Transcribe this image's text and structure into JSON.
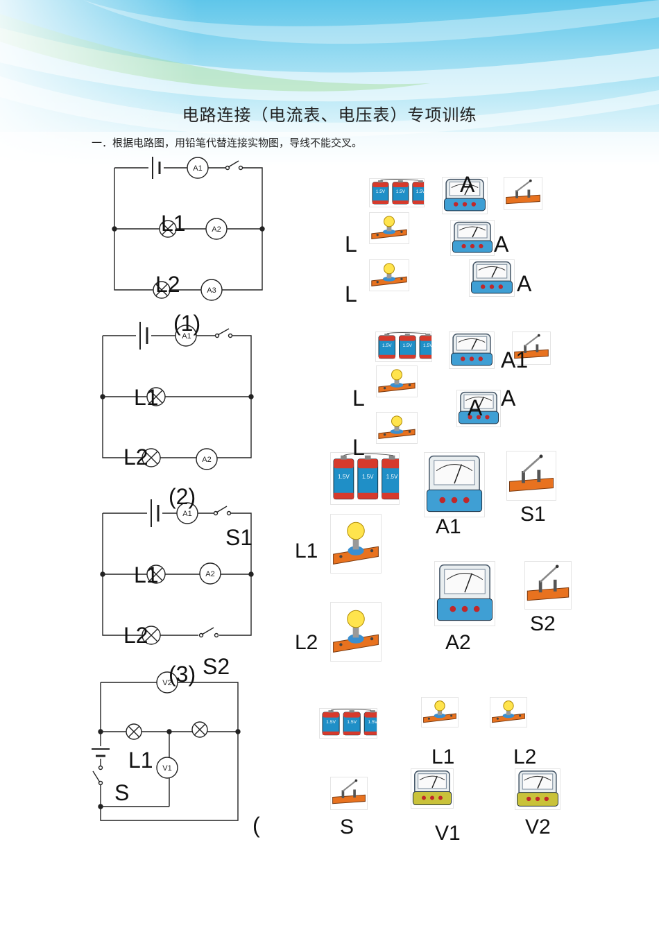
{
  "title": "电路连接（电流表、电压表）专项训练",
  "instruction": "一．根据电路图，用铅笔代替连接实物图，导线不能交叉。",
  "problem_numbers": [
    "(1)",
    "(2)",
    "(3)",
    "("
  ],
  "circuit1": {
    "meters": [
      "A1",
      "A2",
      "A3"
    ],
    "lamps": [
      "L1",
      "L2"
    ]
  },
  "circuit2": {
    "meters": [
      "A1",
      "A2"
    ],
    "lamps": [
      "L1",
      "L2"
    ]
  },
  "circuit3": {
    "meters": [
      "A1",
      "A2"
    ],
    "lamps": [
      "L1",
      "L2"
    ],
    "switch": "S1"
  },
  "circuit4": {
    "meters": [
      "V2",
      "V1"
    ],
    "lamps": [
      "L1"
    ],
    "switches": [
      "S2",
      "S"
    ]
  },
  "parts1": {
    "meter_a": "A",
    "meter_b": "A",
    "meter_c": "A",
    "lamp_a": "L",
    "lamp_b": "L"
  },
  "parts2": {
    "meter_a": "A1",
    "meter_b": "A",
    "meter_c": "A",
    "lamp_a": "L",
    "lamp_b": "L"
  },
  "parts3": {
    "meter_a": "A1",
    "meter_b": "A2",
    "switch_a": "S1",
    "switch_b": "S2",
    "lamp_a": "L1",
    "lamp_b": "L2"
  },
  "parts4": {
    "lamp_a": "L1",
    "lamp_b": "L2",
    "switch": "S",
    "voltmeter_a": "V1",
    "voltmeter_b": "V2"
  },
  "battery_labels": [
    "1.5V",
    "1.5V",
    "1.5V"
  ]
}
